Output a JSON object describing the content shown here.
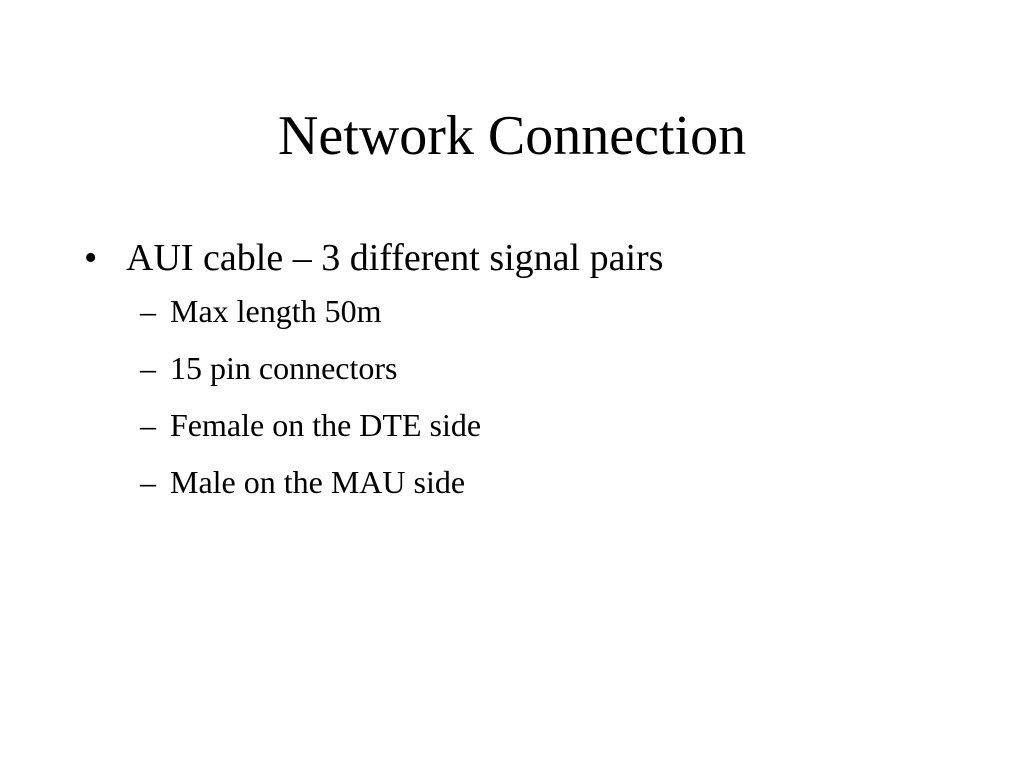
{
  "slide": {
    "title": "Network Connection",
    "bullets": [
      {
        "marker": "•",
        "text": "AUI cable – 3 different signal pairs",
        "sub_items": [
          {
            "marker": "–",
            "text": "Max length 50m"
          },
          {
            "marker": "–",
            "text": "15 pin connectors"
          },
          {
            "marker": "–",
            "text": "Female on the DTE side"
          },
          {
            "marker": "–",
            "text": "Male on the MAU side"
          }
        ]
      }
    ]
  }
}
